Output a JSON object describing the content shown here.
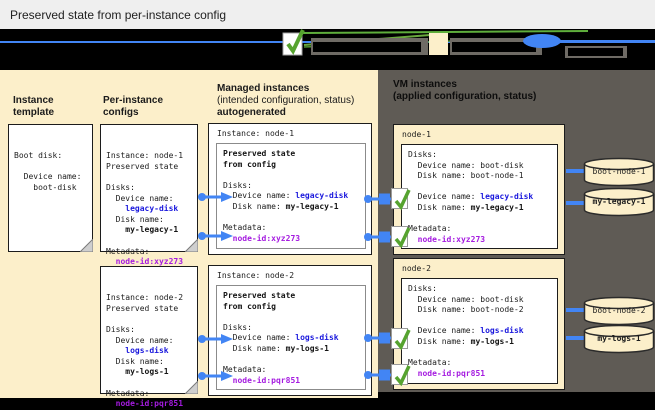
{
  "header": {
    "title": "Preserved state from per-instance config"
  },
  "columns": {
    "template": {
      "line1": "Instance",
      "line2": "template"
    },
    "per_instance": {
      "line1": "Per-instance",
      "line2": "configs"
    },
    "managed": {
      "line1": "Managed instances",
      "line2": "(intended configuration, status)",
      "line3": "autogenerated"
    },
    "vm": {
      "line1": "VM instances",
      "line2": "(applied configuration, status)"
    }
  },
  "boxes": {
    "template": {
      "lines": [
        [
          [
            "t",
            "Boot disk:"
          ]
        ],
        [],
        [
          [
            "t",
            "  Device name:"
          ]
        ],
        [
          [
            "t",
            "    boot-disk"
          ]
        ]
      ]
    },
    "pic1": {
      "lines": [
        [
          [
            "t",
            "Instance: node-1"
          ]
        ],
        [
          [
            "t",
            "Preserved state"
          ]
        ],
        [],
        [
          [
            "t",
            "Disks:"
          ]
        ],
        [
          [
            "t",
            "  Device name:"
          ]
        ],
        [
          [
            "blue",
            "    legacy-disk"
          ]
        ],
        [
          [
            "t",
            "  Disk name:"
          ]
        ],
        [
          [
            "b",
            "    my-legacy-1"
          ]
        ],
        [],
        [
          [
            "t",
            "Metadata:"
          ]
        ],
        [
          [
            "purple",
            "  node-id:xyz273"
          ]
        ]
      ]
    },
    "pic2": {
      "lines": [
        [
          [
            "t",
            "Instance: node-2"
          ]
        ],
        [
          [
            "t",
            "Preserved state"
          ]
        ],
        [],
        [
          [
            "t",
            "Disks:"
          ]
        ],
        [
          [
            "t",
            "  Device name:"
          ]
        ],
        [
          [
            "blue",
            "    logs-disk"
          ]
        ],
        [
          [
            "t",
            "  Disk name:"
          ]
        ],
        [
          [
            "b",
            "    my-logs-1"
          ]
        ],
        [],
        [
          [
            "t",
            "Metadata:"
          ]
        ],
        [
          [
            "purple",
            "  node-id:pqr851"
          ]
        ]
      ]
    },
    "mi1": {
      "title": "Instance: node-1",
      "inner": [
        [
          [
            "b",
            "Preserved state"
          ]
        ],
        [
          [
            "b",
            "from config"
          ]
        ],
        [],
        [
          [
            "t",
            "Disks:"
          ]
        ],
        [
          [
            "t",
            "  Device name: "
          ],
          [
            "blue",
            "legacy-disk"
          ]
        ],
        [
          [
            "t",
            "  Disk name: "
          ],
          [
            "b",
            "my-legacy-1"
          ]
        ],
        [],
        [
          [
            "t",
            "Metadata:"
          ]
        ],
        [
          [
            "t",
            "  "
          ],
          [
            "purple",
            "node-id:xyz273"
          ]
        ]
      ]
    },
    "mi2": {
      "title": "Instance: node-2",
      "inner": [
        [
          [
            "b",
            "Preserved state"
          ]
        ],
        [
          [
            "b",
            "from config"
          ]
        ],
        [],
        [
          [
            "t",
            "Disks:"
          ]
        ],
        [
          [
            "t",
            "  Device name: "
          ],
          [
            "blue",
            "logs-disk"
          ]
        ],
        [
          [
            "t",
            "  Disk name: "
          ],
          [
            "b",
            "my-logs-1"
          ]
        ],
        [],
        [
          [
            "t",
            "Metadata:"
          ]
        ],
        [
          [
            "t",
            "  "
          ],
          [
            "purple",
            "node-id:pqr851"
          ]
        ]
      ]
    },
    "vm1": {
      "title": "node-1",
      "inner": [
        [
          [
            "t",
            "Disks:"
          ]
        ],
        [
          [
            "t",
            "  Device name: boot-disk"
          ]
        ],
        [
          [
            "t",
            "  Disk name: boot-node-1"
          ]
        ],
        [],
        [
          [
            "t",
            "  Device name: "
          ],
          [
            "blue",
            "legacy-disk"
          ]
        ],
        [
          [
            "t",
            "  Disk name: "
          ],
          [
            "b",
            "my-legacy-1"
          ]
        ],
        [],
        [
          [
            "t",
            "Metadata:"
          ]
        ],
        [
          [
            "t",
            "  "
          ],
          [
            "purple",
            "node-id:xyz273"
          ]
        ]
      ]
    },
    "vm2": {
      "title": "node-2",
      "inner": [
        [
          [
            "t",
            "Disks:"
          ]
        ],
        [
          [
            "t",
            "  Device name: boot-disk"
          ]
        ],
        [
          [
            "t",
            "  Disk name: boot-node-2"
          ]
        ],
        [],
        [
          [
            "t",
            "  Device name: "
          ],
          [
            "blue",
            "logs-disk"
          ]
        ],
        [
          [
            "t",
            "  Disk name: "
          ],
          [
            "b",
            "my-logs-1"
          ]
        ],
        [],
        [
          [
            "t",
            "Metadata:"
          ]
        ],
        [
          [
            "t",
            "  "
          ],
          [
            "purple",
            "node-id:pqr851"
          ]
        ]
      ]
    }
  },
  "disks": {
    "d1": "boot-node-1",
    "d2": "my-legacy-1",
    "d3": "boot-node-2",
    "d4": "my-logs-1"
  },
  "colors": {
    "panel_beige": "#fcefca",
    "panel_dark": "#5f5b55",
    "connector_blue": "#4285f4",
    "device_name_blue": "#1a18dd",
    "metadata_purple": "#a51be0",
    "check_green": "#56a32f"
  }
}
